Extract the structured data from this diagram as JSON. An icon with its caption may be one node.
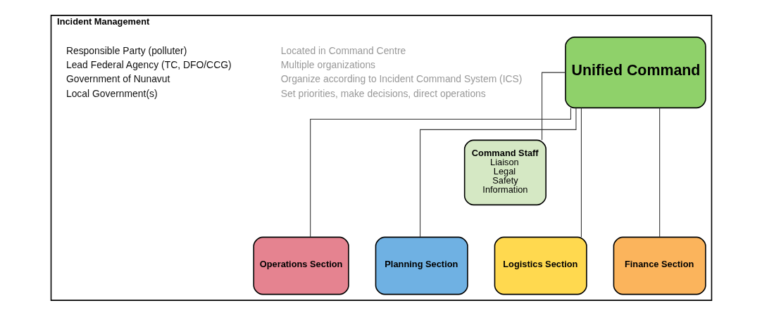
{
  "diagram": {
    "nodes": [
      {
        "text": [
          "Incident Management"
        ]
      },
      {
        "text": [
          "Unified Command"
        ],
        "in": 0
      },
      {
        "text": [
          "Command Staff",
          "Liaison Legal Safety Information"
        ],
        "in": 0
      },
      {
        "text": [
          "Operations Section"
        ],
        "in": 0
      },
      {
        "text": [
          "Planning Section"
        ],
        "in": 0
      },
      {
        "text": [
          "Logistics Section"
        ],
        "in": 0
      },
      {
        "text": [
          "Finance Section"
        ],
        "in": 0
      }
    ],
    "edges": [
      {
        "from": 1,
        "to": 2,
        "arrow": "none"
      },
      {
        "from": 1,
        "to": 3,
        "arrow": "none"
      },
      {
        "from": 1,
        "to": 4,
        "arrow": "none"
      },
      {
        "from": 1,
        "to": 5,
        "arrow": "none"
      },
      {
        "from": 1,
        "to": 6,
        "arrow": "none"
      }
    ],
    "labels": [
      "Located in Command Centre",
      "Multiple organizations",
      "Organize according to Incident Command System (ICS)",
      "Set priorities, make decisions, direct operations",
      "Responsible Party (polluter)",
      "Lead Federal Agency (TC, DFO/CCG)",
      "Government of Nunavut",
      "Local Government(s)"
    ]
  }
}
